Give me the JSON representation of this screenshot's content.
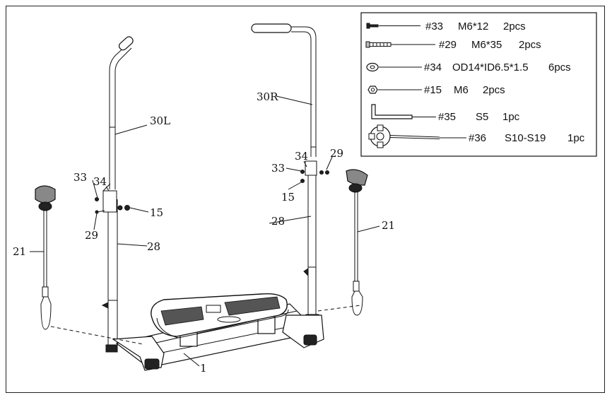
{
  "parts": {
    "p30L": "30L",
    "p30R": "30R",
    "p28_left": "28",
    "p28_right": "28",
    "p21_left": "21",
    "p21_right": "21",
    "p1": "1",
    "p33_left": "33",
    "p34_left": "34",
    "p29_left": "29",
    "p15_left": "15",
    "p33_right": "33",
    "p34_right": "34",
    "p29_right": "29",
    "p15_right": "15"
  },
  "hardware": [
    {
      "part": "#33",
      "spec": "M6*12",
      "qty": "2pcs",
      "icon": "short-bolt-icon"
    },
    {
      "part": "#29",
      "spec": "M6*35",
      "qty": "2pcs",
      "icon": "long-bolt-icon"
    },
    {
      "part": "#34",
      "spec": "OD14*ID6.5*1.5",
      "qty": "6pcs",
      "icon": "washer-icon"
    },
    {
      "part": "#15",
      "spec": "M6",
      "qty": "2pcs",
      "icon": "nut-icon"
    },
    {
      "part": "#35",
      "spec": "S5",
      "qty": "1pc",
      "icon": "allen-key-icon"
    },
    {
      "part": "#36",
      "spec": "S10-S19",
      "qty": "1pc",
      "icon": "spanner-icon"
    }
  ]
}
